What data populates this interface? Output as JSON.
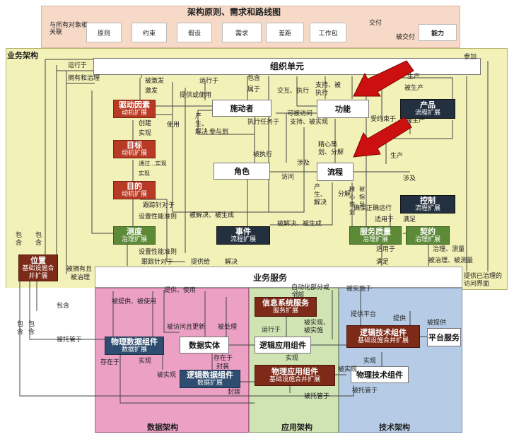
{
  "top": {
    "title": "架构原则、需求和路线图",
    "assoc": "与所有对象相关联",
    "cells": [
      "原则",
      "约束",
      "假设",
      "需求",
      "差距",
      "工作包"
    ],
    "deliver": "交付",
    "delivered_by": "被交付",
    "capability": "能力"
  },
  "zones": {
    "business": "业务架构",
    "services": "业务服务",
    "data": "数据架构",
    "application": "应用架构",
    "technology": "技术架构"
  },
  "boxes": {
    "org_unit": "组织单元",
    "driver": "驱动因素",
    "driver_sub": "动机扩展",
    "goal": "目标",
    "goal_sub": "动机扩展",
    "objective": "目的",
    "objective_sub": "动机扩展",
    "measure": "测度",
    "measure_sub": "治理扩展",
    "actor": "施动者",
    "role": "角色",
    "event": "事件",
    "event_sub": "流程扩展",
    "function": "功能",
    "process": "流程",
    "product": "产品",
    "product_sub": "流程扩展",
    "control": "控制",
    "control_sub": "流程扩展",
    "service_quality": "服务质量",
    "service_quality_sub": "治理扩展",
    "contract": "契约",
    "contract_sub": "治理扩展",
    "location": "位置",
    "location_sub": "基础设施合并扩展",
    "phys_data": "物理数据组件",
    "phys_data_sub": "数据扩展",
    "data_entity": "数据实体",
    "log_data": "逻辑数据组件",
    "log_data_sub": "数据扩展",
    "is_service": "信息系统服务",
    "is_service_sub": "服务扩展",
    "log_app": "逻辑应用组件",
    "phys_app": "物理应用组件",
    "phys_app_sub": "基础设施合并扩展",
    "log_tech": "逻辑技术组件",
    "log_tech_sub": "基础设施合并扩展",
    "platform_service": "平台服务",
    "phys_tech": "物理技术组件"
  },
  "labels": {
    "l1": "运行于",
    "l2": "拥有和治理",
    "l3": "被激发",
    "l4": "激发",
    "l5": "运行于",
    "l6": "包含",
    "l7": "属于",
    "l8": "提供或使用",
    "l9": "交互、执行",
    "l10": "支持、被执行",
    "l11": "参加",
    "l12": "生产",
    "l13": "被生产",
    "l14": "产生、解决",
    "l15": "参与到",
    "l16": "执行任务于",
    "l17": "可被访问",
    "l18": "支持、被实现",
    "l19": "受约束于",
    "l20": "被生产",
    "l21": "创建",
    "l22": "实现",
    "l23": "通过...实现",
    "l24": "实现",
    "l25": "使用",
    "l26": "被执行",
    "l27": "精心策划、分解",
    "l28": "生产",
    "l29": "涉及",
    "l30": "访问",
    "l31": "涉及",
    "l32": "产生、解决",
    "l33": "被解决、被生成",
    "l34": "被解决、被生成",
    "l35": "跟踪针对于",
    "l36": "设置性能准则",
    "l37": "分解",
    "l38": "精心策划",
    "l39": "被指导",
    "l40": "确保正确运行",
    "l41": "适用于",
    "l42": "满足",
    "l43": "设置性能准则",
    "l44": "跟踪针对于",
    "l45": "提供给",
    "l46": "解决",
    "l47": "适用于",
    "l48": "治理、测量",
    "l49": "满足",
    "l50": "被治理、被测量",
    "l51": "被拥有且",
    "l52": "被治理",
    "l53": "包含",
    "l54": "包含",
    "l55": "提供已治理的访问界面",
    "l56": "提供、使用",
    "l57": "自动化部分或全部",
    "l58": "被实施于",
    "l59": "被提供、被使用",
    "l60": "包含",
    "l61": "被访问且更新",
    "l62": "被处理",
    "l63": "运行于",
    "l64": "被实现、被实施",
    "l65": "提供平台",
    "l66": "提供",
    "l67": "被提供",
    "l68": "被托管于",
    "l69": "存在于",
    "l70": "实现",
    "l71": "存在于",
    "l72": "封装",
    "l73": "被实现",
    "l74": "实现",
    "l75": "实现",
    "l76": "被实现",
    "l77": "封装",
    "l78": "被托管于",
    "l79": "被托管于",
    "l80": "包含",
    "l81": "包含"
  },
  "colors": {
    "top_band": "#f6d9c6",
    "business": "#f2f1b7",
    "data": "#eba0c4",
    "application": "#cfe3b3",
    "technology": "#b6cbe6",
    "arrow": "#cc1010"
  }
}
